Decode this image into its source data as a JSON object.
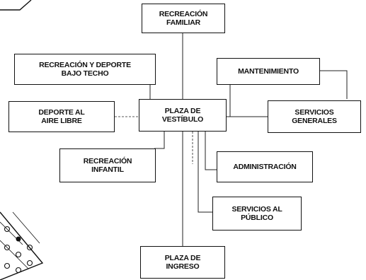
{
  "nodes": {
    "recreacion_familiar": "RECREACIÓN\nFAMILIAR",
    "recreacion_deporte_techo": "RECREACIÓN Y DEPORTE\nBAJO TECHO",
    "mantenimiento": "MANTENIMIENTO",
    "deporte_aire_libre": "DEPORTE AL\nAIRE LIBRE",
    "plaza_vestibulo": "PLAZA DE\nVESTÍBULO",
    "servicios_generales": "SERVICIOS\nGENERALES",
    "recreacion_infantil": "RECREACIÓN\nINFANTIL",
    "administracion": "ADMINISTRACIÓN",
    "servicios_publico": "SERVICIOS AL\nPÚBLICO",
    "plaza_ingreso": "PLAZA DE\nINGRESO"
  },
  "colors": {
    "line": "#111111",
    "background": "#ffffff"
  }
}
